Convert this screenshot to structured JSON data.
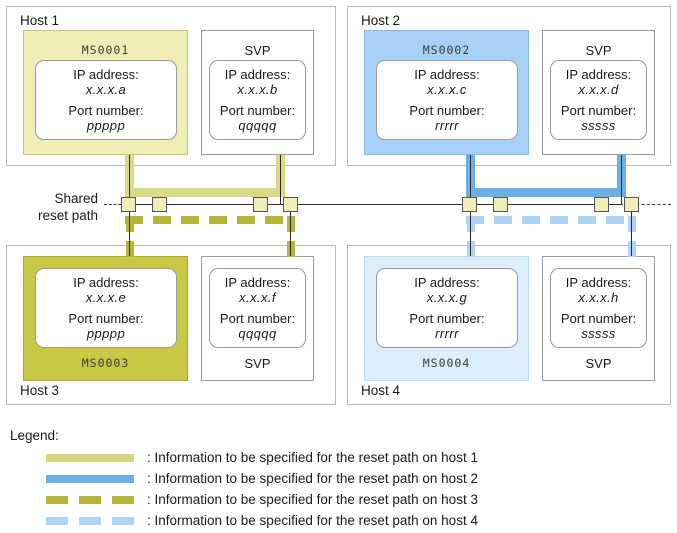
{
  "diagram": {
    "shared_path_label_line1": "Shared",
    "shared_path_label_line2": "reset path",
    "labels": {
      "ip": "IP address:",
      "port": "Port number:"
    },
    "hosts": [
      {
        "id": "host1",
        "label": "Host 1",
        "title_position": "top",
        "ms": {
          "name": "MS0001",
          "name_position": "top",
          "fill": "#f0eeb6",
          "border": "#c9c76a",
          "ip": "x.x.x.a",
          "port": "ppppp"
        },
        "svp": {
          "name": "SVP",
          "name_position": "top",
          "ip": "x.x.x.b",
          "port": "qqqqq"
        }
      },
      {
        "id": "host2",
        "label": "Host 2",
        "title_position": "top",
        "ms": {
          "name": "MS0002",
          "name_position": "top",
          "fill": "#a7d1f5",
          "border": "#7fbdee",
          "ip": "x.x.x.c",
          "port": "rrrrr"
        },
        "svp": {
          "name": "SVP",
          "name_position": "top",
          "ip": "x.x.x.d",
          "port": "sssss"
        }
      },
      {
        "id": "host3",
        "label": "Host 3",
        "title_position": "bottom",
        "ms": {
          "name": "MS0003",
          "name_position": "bottom",
          "fill": "#c8c845",
          "border": "#a8a830",
          "ip": "x.x.x.e",
          "port": "ppppp"
        },
        "svp": {
          "name": "SVP",
          "name_position": "bottom",
          "ip": "x.x.x.f",
          "port": "qqqqq"
        }
      },
      {
        "id": "host4",
        "label": "Host 4",
        "title_position": "bottom",
        "ms": {
          "name": "MS0004",
          "name_position": "bottom",
          "fill": "#dcedfb",
          "border": "#bcdcf6",
          "ip": "x.x.x.g",
          "port": "rrrrr"
        },
        "svp": {
          "name": "SVP",
          "name_position": "bottom",
          "ip": "x.x.x.h",
          "port": "sssss"
        }
      }
    ]
  },
  "legend": {
    "title": "Legend:",
    "items": [
      {
        "color": "#d6d67e",
        "style": "solid",
        "text": ": Information to be specified for the reset path on host 1"
      },
      {
        "color": "#6cb0e8",
        "style": "solid",
        "text": ": Information to be specified for the reset path on host 2"
      },
      {
        "color": "#b5b53a",
        "style": "dashed",
        "text": ": Information to be specified for the reset path on host 3"
      },
      {
        "color": "#aed4f5",
        "style": "dashed",
        "text": ": Information to be specified for the reset path on host 4"
      }
    ]
  },
  "colors": {
    "host1_ribbon": "#d9d988",
    "host2_ribbon": "#6cb0e8",
    "host3_ribbon": "#b5b53a",
    "host4_ribbon": "#aed4f5",
    "connector_fill": "#f0eeb6",
    "bus": "#2b2b2b"
  }
}
